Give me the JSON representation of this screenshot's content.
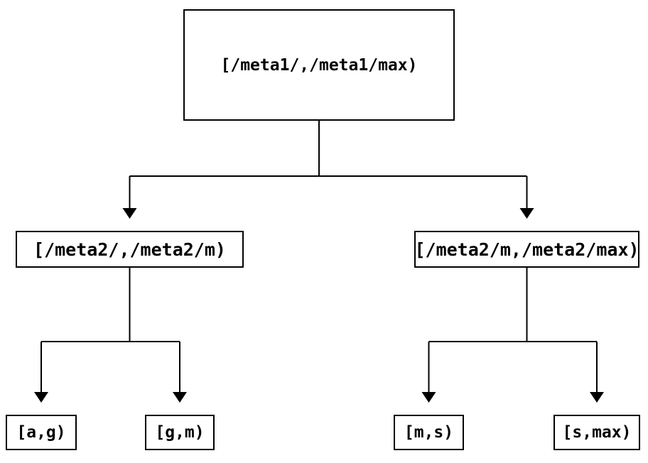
{
  "diagram": {
    "type": "binary-interval-tree",
    "background_color": "#ffffff",
    "line_color": "#000000",
    "text_color": "#000000",
    "nodes": {
      "root": {
        "label": "[/meta1/,/meta1/max)"
      },
      "left": {
        "label": "[/meta2/,/meta2/m)"
      },
      "right": {
        "label": "[/meta2/m,/meta2/max)"
      },
      "leaf_ag": {
        "label": "[a,g)"
      },
      "leaf_gm": {
        "label": "[g,m)"
      },
      "leaf_ms": {
        "label": "[m,s)"
      },
      "leaf_smax": {
        "label": "[s,max)"
      }
    },
    "edges": [
      [
        "root",
        "left"
      ],
      [
        "root",
        "right"
      ],
      [
        "left",
        "leaf_ag"
      ],
      [
        "left",
        "leaf_gm"
      ],
      [
        "right",
        "leaf_ms"
      ],
      [
        "right",
        "leaf_smax"
      ]
    ]
  }
}
